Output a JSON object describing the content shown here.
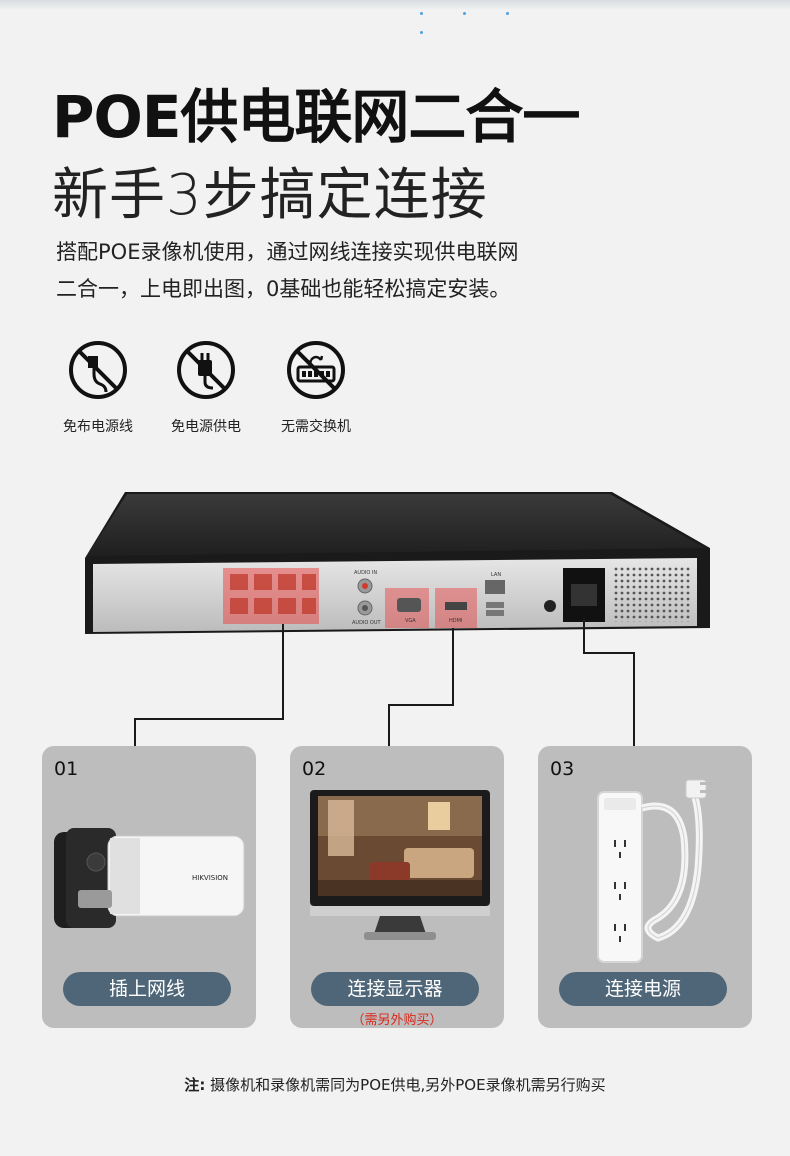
{
  "header": {
    "title_line1": "POE供电联网二合一",
    "title_line2": "新手3步搞定连接",
    "desc_line1": "搭配POE录像机使用，通过网线连接实现供电联网",
    "desc_line2": "二合一，上电即出图，0基础也能轻松搞定安装。"
  },
  "features": [
    {
      "label": "免布电源线",
      "icon": "no-power-cable-icon"
    },
    {
      "label": "免电源供电",
      "icon": "no-power-adapter-icon"
    },
    {
      "label": "无需交换机",
      "icon": "no-switch-icon"
    }
  ],
  "nvr": {
    "audio_in": "AUDIO IN",
    "audio_out": "AUDIO OUT",
    "vga": "VGA",
    "hdmi": "HDMI",
    "lan": "LAN"
  },
  "steps": [
    {
      "num": "01",
      "label": "插上网线",
      "note": ""
    },
    {
      "num": "02",
      "label": "连接显示器",
      "note": "（需另外购买）"
    },
    {
      "num": "03",
      "label": "连接电源",
      "note": ""
    }
  ],
  "camera_brand": "HIKVISION",
  "footer": {
    "prefix": "注:",
    "text": " 摄像机和录像机需同为POE供电,另外POE录像机需另行购买"
  },
  "colors": {
    "pill": "#4f6678",
    "note": "#d9281c",
    "highlight": "#e84b4b",
    "card": "#bdbdbd"
  }
}
